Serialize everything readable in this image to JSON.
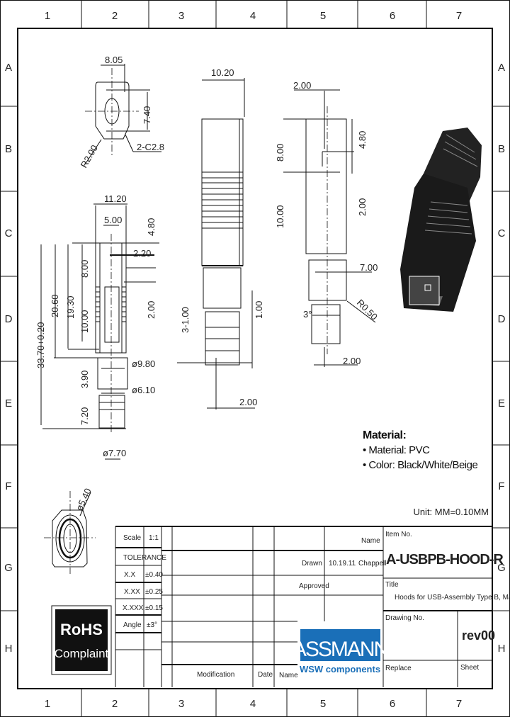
{
  "frame": {
    "columns": [
      "1",
      "2",
      "3",
      "4",
      "5",
      "6",
      "7"
    ],
    "rows": [
      "A",
      "B",
      "C",
      "D",
      "E",
      "F",
      "G",
      "H"
    ]
  },
  "dimensions": {
    "top_view": {
      "width": "8.05",
      "height": "7.40",
      "radius": "R2.00",
      "chamfer": "2-C2.8"
    },
    "front_view": {
      "width": "11.20",
      "inner": "5.00",
      "top": "4.80",
      "d1": "2.20",
      "d2": "2.00",
      "len1": "8.00",
      "len2": "10.00",
      "len3": "19.30",
      "len4": "20.60",
      "total": "33.70+0.20",
      "len5": "3.90",
      "len6": "7.20",
      "dia1": "ø9.80",
      "dia2": "ø6.10",
      "dia3": "ø7.70"
    },
    "side_view": {
      "width": "10.20",
      "d1": "1.00",
      "d2": "3-1.00",
      "d3": "2.00"
    },
    "section_view": {
      "d1": "2.00",
      "d2": "8.00",
      "d3": "4.80",
      "d4": "10.00",
      "d5": "2.00",
      "d6": "7.00",
      "radius": "R0.50",
      "angle": "3°",
      "d7": "2.00"
    },
    "end_view": {
      "dia": "ø5.40"
    }
  },
  "material": {
    "heading": "Material:",
    "items": [
      "Material: PVC",
      "Color: Black/White/Beige"
    ]
  },
  "unit_note": "Unit: MM=0.10MM",
  "rohs": {
    "line1": "RoHS",
    "line2": "Complaint"
  },
  "title_block": {
    "scale_label": "Scale",
    "scale_value": "1:1",
    "tolerance_label": "TOLERANCE",
    "tolerances": [
      {
        "label": "X.X",
        "value": "±0.40"
      },
      {
        "label": "X.XX",
        "value": "±0.25"
      },
      {
        "label": "X.XXX",
        "value": "±0.15"
      },
      {
        "label": "Angle",
        "value": "±3°"
      }
    ],
    "name_label": "Name",
    "drawn_label": "Drawn",
    "drawn_date": "10.19.11",
    "drawn_name": "Chappell",
    "approved_label": "Approved",
    "modification_label": "Modification",
    "date_label": "Date",
    "name_col_label": "Name",
    "item_no_label": "Item No.",
    "item_no": "A-USBPB-HOOD-R",
    "title_label": "Title",
    "title": "Hoods for USB-Assembly Type B, Male",
    "drawing_no_label": "Drawing No.",
    "revision": "rev00",
    "replace_label": "Replace",
    "sheet_label": "Sheet",
    "logo_main": "ASSMANN",
    "logo_sub": "WSW components",
    "logo_color": "#1a6fb8"
  }
}
